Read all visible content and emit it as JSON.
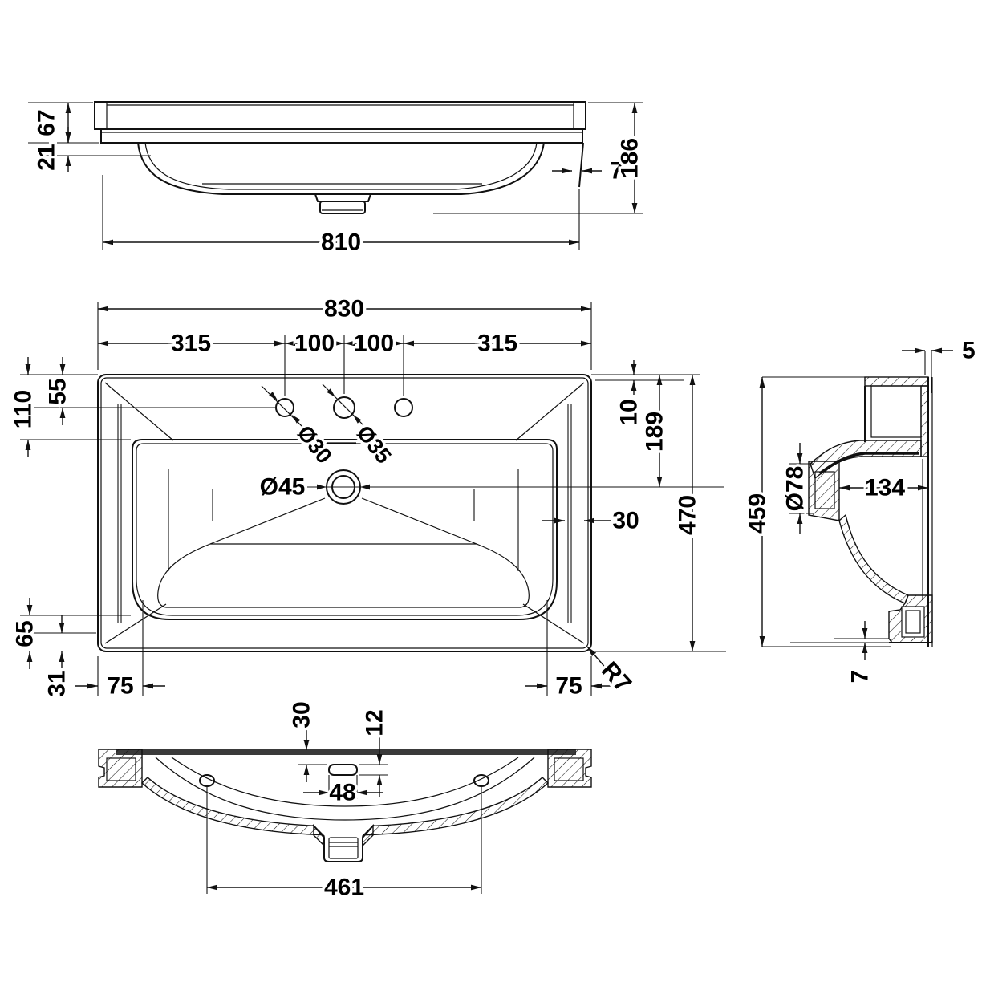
{
  "drawing": {
    "type": "technical-orthographic-drawing",
    "subject": "rectangular basin / washbasin with 3 tap holes",
    "colors": {
      "ink": "#111111",
      "paper": "#ffffff"
    }
  },
  "dims": {
    "front": {
      "rim_height": "67",
      "lip_drop": "21",
      "width_lower": "810",
      "edge_thickness": "7",
      "overall_height": "186"
    },
    "plan": {
      "overall_width": "830",
      "left_to_hole": "315",
      "hole_pitch_a": "100",
      "hole_pitch_b": "100",
      "hole_to_right": "315",
      "top_to_holes": "55",
      "top_to_bowl": "110",
      "hole_small": "Ø30",
      "hole_mid": "Ø35",
      "waste_hole": "Ø45",
      "back_gap": "10",
      "top_to_waste": "189",
      "overall_depth": "470",
      "rim_width": "30",
      "front_ledge_a": "65",
      "front_ledge_b": "31",
      "corner_left": "75",
      "corner_right": "75",
      "corner_radius": "R7"
    },
    "section": {
      "back_lip": "5",
      "overall_height": "459",
      "pocket_dia": "Ø78",
      "bowl_depth": "134",
      "foot_plate": "7"
    },
    "bottom": {
      "slot_offset": "30",
      "slot_drop": "12",
      "slot_width": "48",
      "fixing_centres": "461"
    }
  }
}
